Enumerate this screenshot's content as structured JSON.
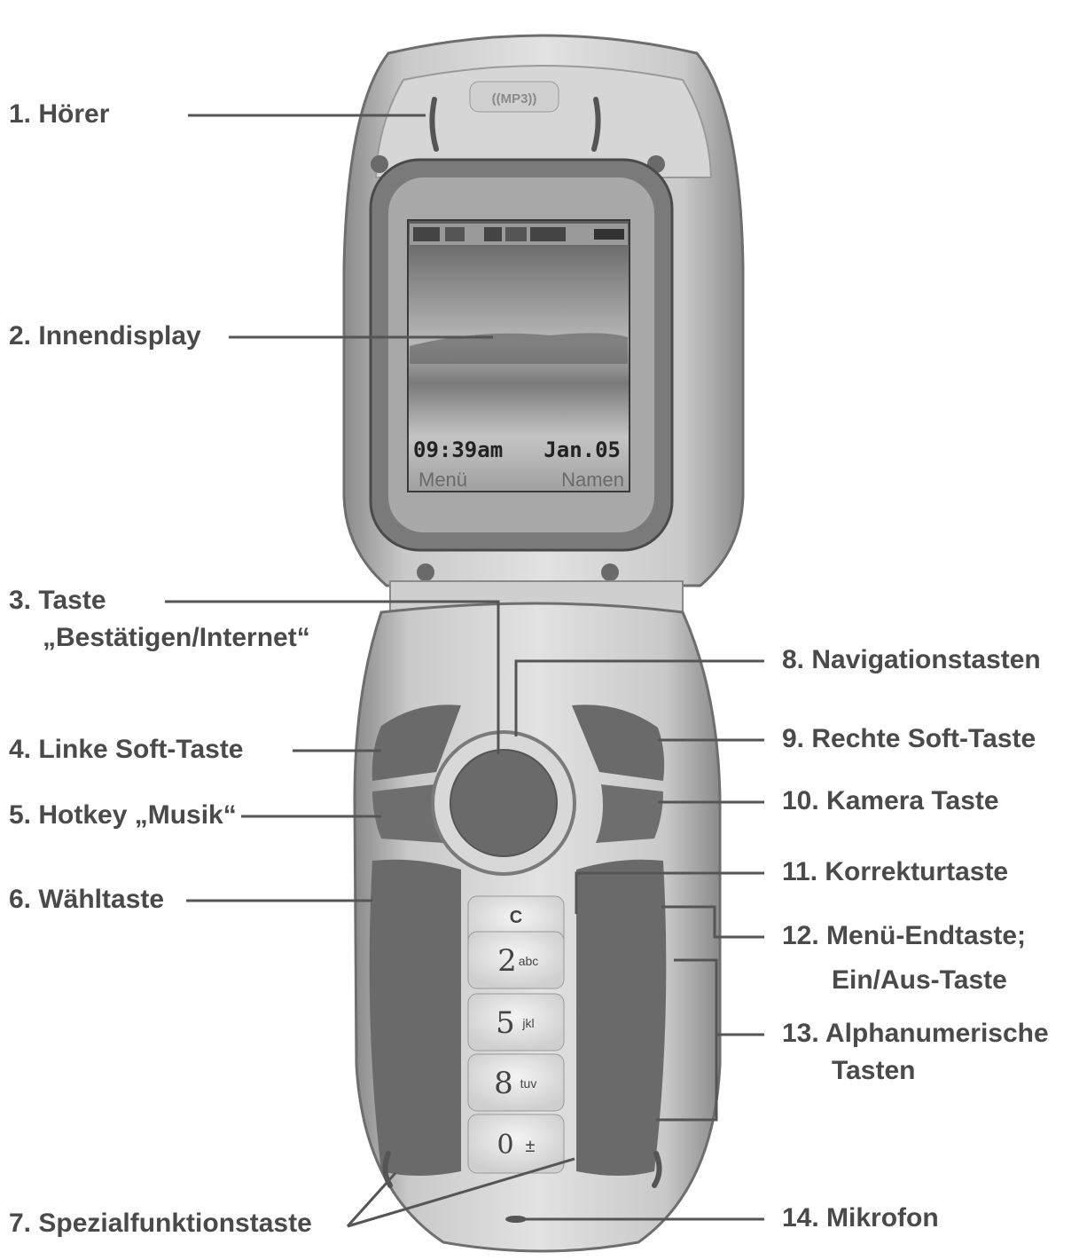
{
  "screen": {
    "status_icons": [
      "signal-icon",
      "call-icon",
      "message-icon",
      "memo-icon",
      "alarm-icon",
      "battery-icon"
    ],
    "time": "09:39am",
    "date": "Jan.05",
    "softkey_left": "Menü",
    "softkey_right": "Namen"
  },
  "top_logo": "((MP3))",
  "keypad": {
    "keys": [
      {
        "digit": "C",
        "letters": ""
      },
      {
        "digit": "2",
        "letters": "abc"
      },
      {
        "digit": "5",
        "letters": "jkl"
      },
      {
        "digit": "8",
        "letters": "tuv"
      },
      {
        "digit": "0",
        "letters": "±"
      }
    ]
  },
  "labels": {
    "l1": "1. Hörer",
    "l2": "2. Innendisplay",
    "l3a": "3. Taste",
    "l3b": "„Bestätigen/Internet“",
    "l4": "4. Linke Soft-Taste",
    "l5": "5. Hotkey „Musik“",
    "l6": "6. Wähltaste",
    "l7": "7. Spezialfunktionstaste",
    "l8": "8. Navigationstasten",
    "l9": "9. Rechte Soft-Taste",
    "l10": "10. Kamera Taste",
    "l11": "11. Korrekturtaste",
    "l12a": "12. Menü-Endtaste;",
    "l12b": "Ein/Aus-Taste",
    "l13a": "13. Alphanumerische",
    "l13b": "Tasten",
    "l14": "14. Mikrofon"
  }
}
